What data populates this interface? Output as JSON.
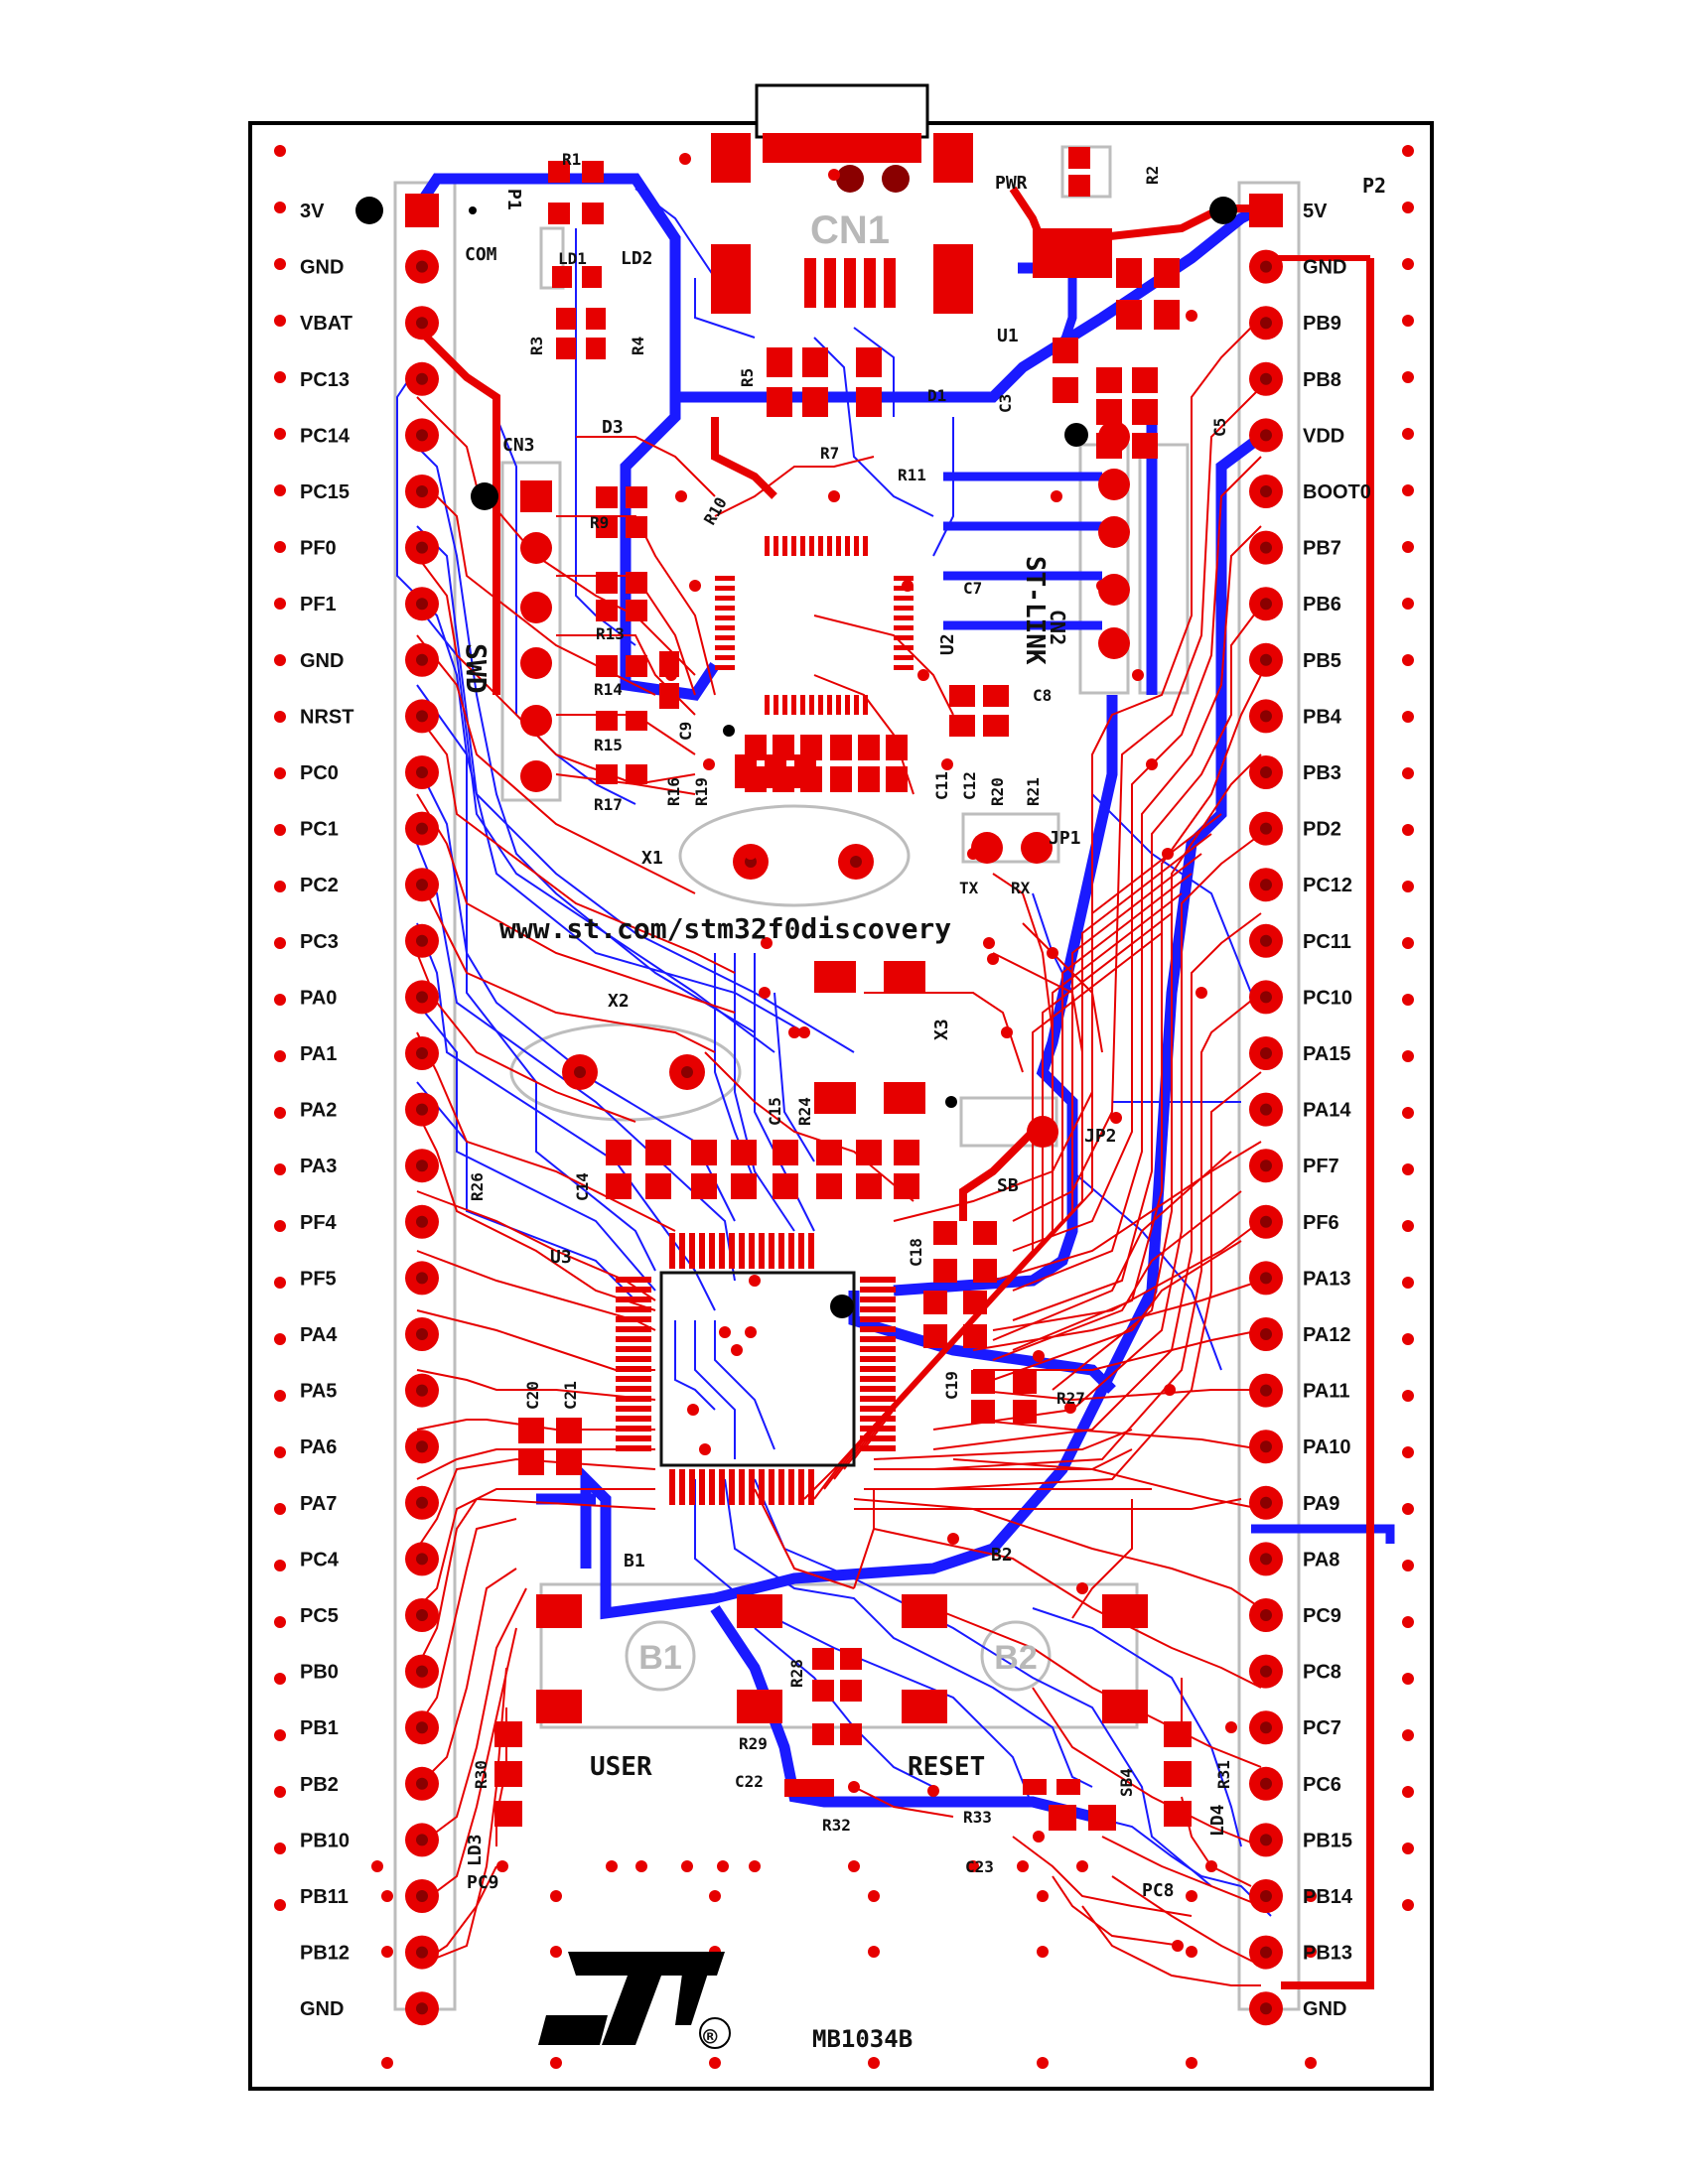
{
  "board_id": "MB1034B",
  "url_text": "www.st.com/stm32f0discovery",
  "header_left_label": "P1",
  "header_right_label": "P2",
  "left_header_pins": [
    "3V",
    "GND",
    "VBAT",
    "PC13",
    "PC14",
    "PC15",
    "PF0",
    "PF1",
    "GND",
    "NRST",
    "PC0",
    "PC1",
    "PC2",
    "PC3",
    "PA0",
    "PA1",
    "PA2",
    "PA3",
    "PF4",
    "PF5",
    "PA4",
    "PA5",
    "PA6",
    "PA7",
    "PC4",
    "PC5",
    "PB0",
    "PB1",
    "PB2",
    "PB10",
    "PB11",
    "PB12",
    "GND"
  ],
  "right_header_pins": [
    "5V",
    "GND",
    "PB9",
    "PB8",
    "VDD",
    "BOOT0",
    "PB7",
    "PB6",
    "PB5",
    "PB4",
    "PB3",
    "PD2",
    "PC12",
    "PC11",
    "PC10",
    "PA15",
    "PA14",
    "PF7",
    "PF6",
    "PA13",
    "PA12",
    "PA11",
    "PA10",
    "PA9",
    "PA8",
    "PC9",
    "PC8",
    "PC7",
    "PC6",
    "PB15",
    "PB14",
    "PB13",
    "GND"
  ],
  "labels": {
    "cn1": "CN1",
    "cn2": "CN2",
    "cn3": "CN3",
    "com": "COM",
    "pwr": "PWR",
    "swd": "SWD",
    "stlink": "ST-LINK",
    "ld1": "LD1",
    "ld2": "LD2",
    "ld3": "LD3",
    "ld4": "LD4",
    "u1": "U1",
    "u2": "U2",
    "u3": "U3",
    "x1": "X1",
    "x2": "X2",
    "x3": "X3",
    "d1": "D1",
    "d3": "D3",
    "b1": "B1",
    "b2": "B2",
    "user": "USER",
    "reset": "RESET",
    "jp1": "JP1",
    "jp2": "JP2",
    "tx": "TX",
    "rx": "RX",
    "pc9": "PC9",
    "pc8": "PC8",
    "r1": "R1",
    "r2": "R2",
    "r3": "R3",
    "r4": "R4",
    "r5": "R5",
    "r7": "R7",
    "r9": "R9",
    "r10": "R10",
    "r11": "R11",
    "r13": "R13",
    "r14": "R14",
    "r15": "R15",
    "r16": "R16",
    "r17": "R17",
    "r19": "R19",
    "r20": "R20",
    "r21": "R21",
    "r24": "R24",
    "r26": "R26",
    "r27": "R27",
    "r28": "R28",
    "r29": "R29",
    "r30": "R30",
    "r31": "R31",
    "r32": "R32",
    "r33": "R33",
    "c3": "C3",
    "c5": "C5",
    "c7": "C7",
    "c8": "C8",
    "c9": "C9",
    "c11": "C11",
    "c12": "C12",
    "c14": "C14",
    "c15": "C15",
    "c18": "C18",
    "c19": "C19",
    "c20": "C20",
    "c21": "C21",
    "c22": "C22",
    "c23": "C23",
    "sb": "SB",
    "sb4": "SB4",
    "registered": "®"
  },
  "colors": {
    "top_copper": "#e60000",
    "bottom_copper": "#1a1aff",
    "silkscreen": "#111111",
    "outline": "#000000",
    "ghost_silk": "#b8b8b8"
  }
}
